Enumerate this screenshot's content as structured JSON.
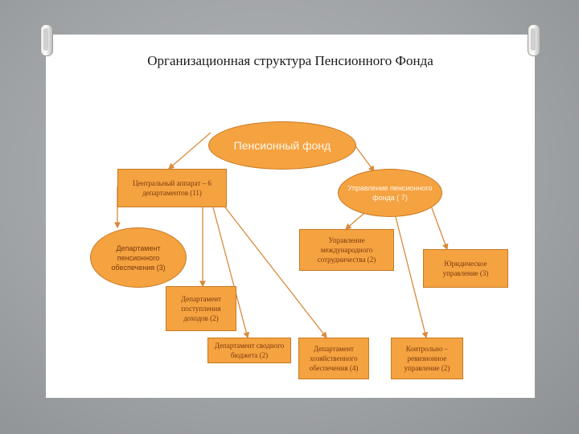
{
  "title": "Организационная структура Пенсионного Фонда",
  "nodes": {
    "root": "Пенсионный фонд",
    "central_apparatus": "Центральный аппарат – 6 департаментов (11)",
    "fund_management": "Управление пенсионного фонда ( 7)",
    "dept_pension_provision": "Департамент пенсионного обеспечения (3)",
    "intl_cooperation": "Управление международного сотрудничества (2)",
    "legal": "Юридическое управление (3)",
    "dept_receipts": "Департамент поступления доходов (2)",
    "dept_budget": "Департамент сводного бюджета (2)",
    "dept_economic": "Департамент хозяйственного обеспечения (4)",
    "control_audit": "Контрольно – ревизионное управление (2)"
  },
  "colors": {
    "node_fill": "#f5a241",
    "node_border": "#c87a24",
    "connector": "#d9893a"
  }
}
